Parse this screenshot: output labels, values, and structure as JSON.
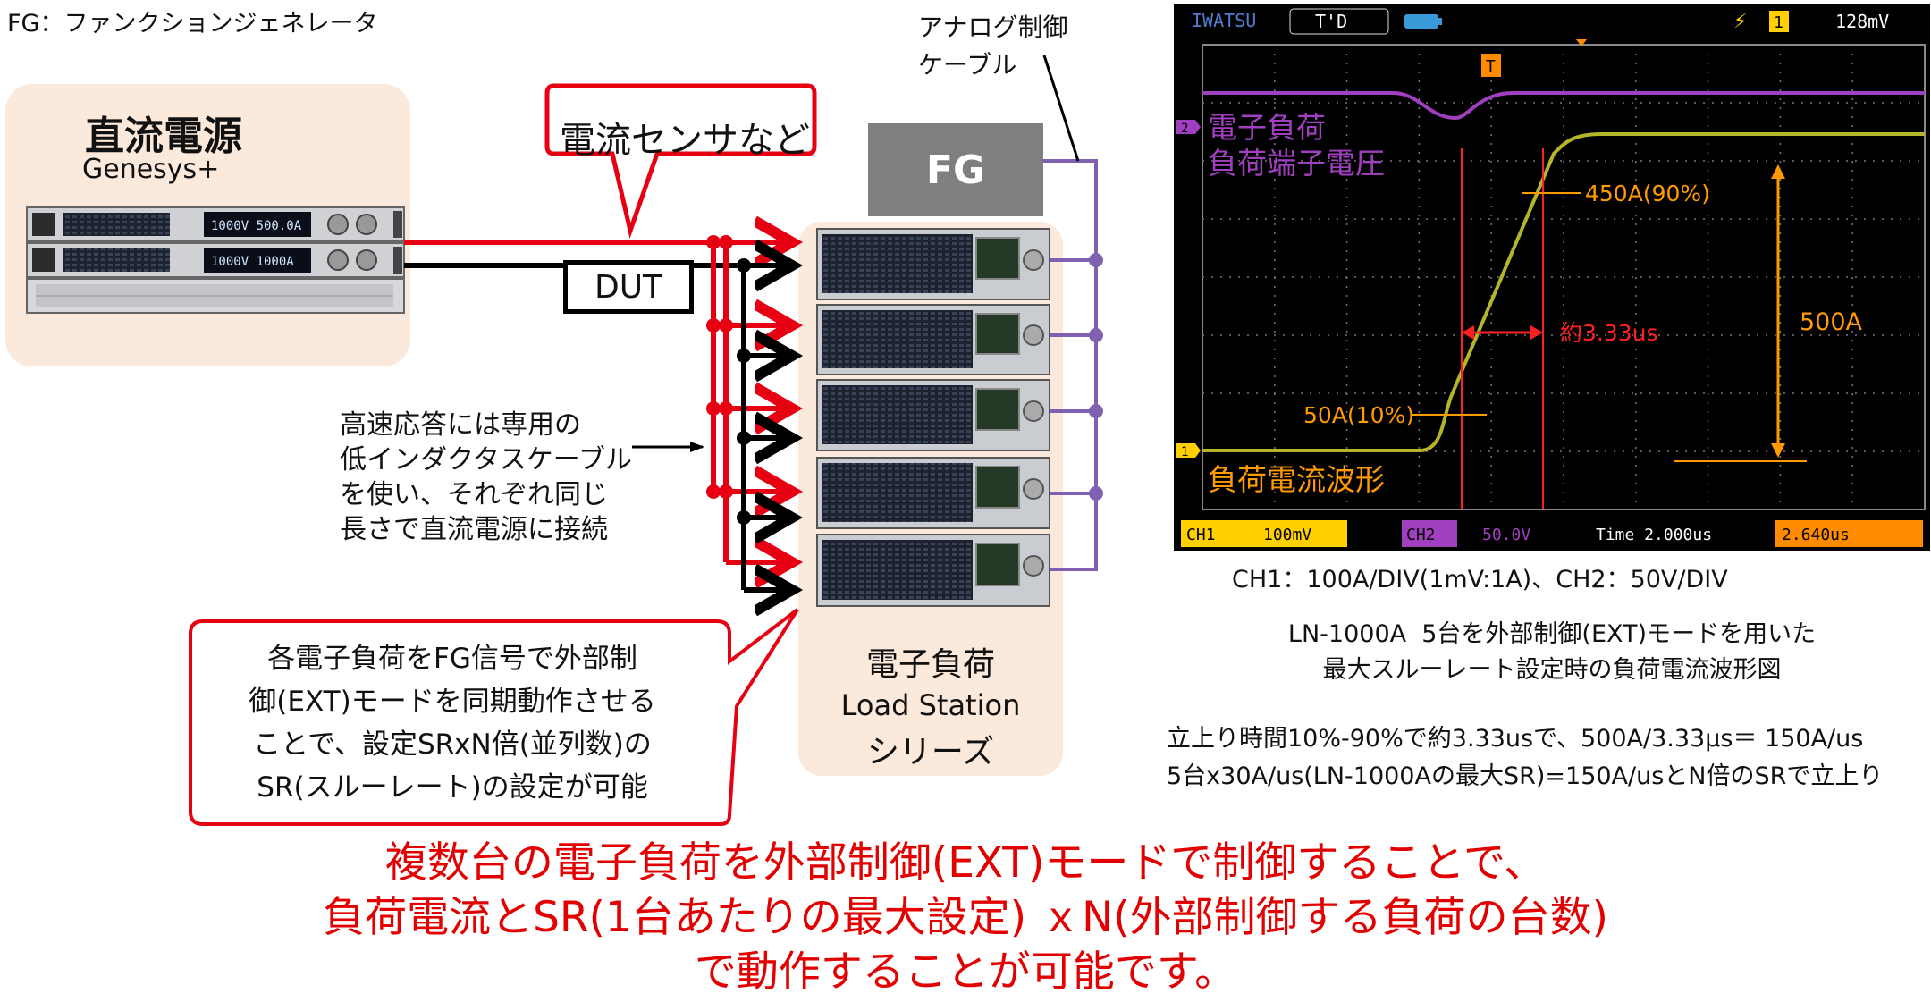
{
  "legend": "FG：ファンクションジェネレータ",
  "power_supply": {
    "title": "直流電源",
    "model": "Genesys+",
    "display_1": "1000V 500.0A",
    "display_2": "1000V 1000A"
  },
  "sensor_label": "電流センサなど",
  "fg_box": "FG",
  "analog_cable_label": "アナログ制御\nケーブル",
  "dut_label": "DUT",
  "cable_note": "高速応答には専用の\n低インダクタスケーブル\nを使い、それぞれ同じ\n長さで直流電源に接続",
  "load_station": {
    "title": "電子負荷",
    "subtitle": "Load Station",
    "series": "シリーズ",
    "unit_count": 5
  },
  "sr_note": "各電子負荷をFG信号で外部制\n御(EXT)モードを同期動作させる\nことで、設定SRxN倍(並列数)の\nSR(スルーレート)の設定が可能",
  "scope": {
    "brand": "IWATSU",
    "mode": "T'D",
    "trigger_level": "128mV",
    "trigger_channel": "1",
    "ch2_marker": "2",
    "ch1_marker": "1",
    "trigger_marker": "T",
    "ch2_label": "電子負荷\n負荷端子電圧",
    "ch1_label": "負荷電流波形",
    "label_90": "450A(90%)",
    "label_10": "50A(10%)",
    "rise_time": "約3.33us",
    "amplitude": "500A",
    "status": {
      "ch1": "CH1",
      "ch1_scale": "100mV",
      "ch2": "CH2",
      "ch2_scale": "50.0V",
      "time": "Time 2.000us",
      "trig_pos": "2.640us"
    },
    "colors": {
      "ch1": "#b5b52a",
      "ch2": "#a040c0",
      "annotation": "#ff9a00",
      "cursor": "#ff2020",
      "grid": "#7a7a7a"
    }
  },
  "scope_scale": "CH1：100A/DIV(1mV:1A)、CH2：50V/DIV",
  "caption": "LN-1000A  5台を外部制御(EXT)モードを用いた\n最大スルーレート設定時の負荷電流波形図",
  "rise_note": "立上り時間10%-90%で約3.33usで、500A/3.33μs＝ 150A/us\n5台x30A/us(LN-1000Aの最大SR)=150A/usとN倍のSRで立上り",
  "conclusion": "複数台の電子負荷を外部制御(EXT)モードで制御することで、\n負荷電流とSR(1台あたりの最大設定) ｘN(外部制御する負荷の台数)\nで動作することが可能です。",
  "colors": {
    "power_line": "#e60012",
    "return_line": "#000000",
    "control_line": "#8060b0",
    "panel": "#fbe9dc",
    "callout": "#e60012"
  }
}
